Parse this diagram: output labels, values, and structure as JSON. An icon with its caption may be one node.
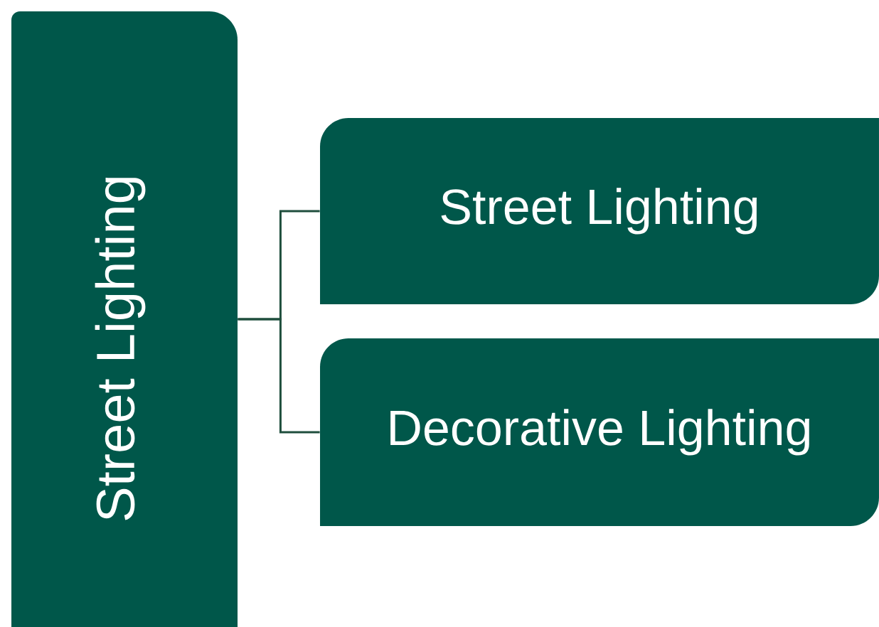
{
  "diagram": {
    "nodes": [
      {
        "text": [
          "Street Lighting"
        ]
      },
      {
        "text": [
          "Street Lighting"
        ]
      },
      {
        "text": [
          "Decorative Lighting"
        ]
      }
    ],
    "edges": [
      {
        "from": 0,
        "to": 1,
        "arrow": "none"
      },
      {
        "from": 0,
        "to": 2,
        "arrow": "none"
      }
    ]
  }
}
